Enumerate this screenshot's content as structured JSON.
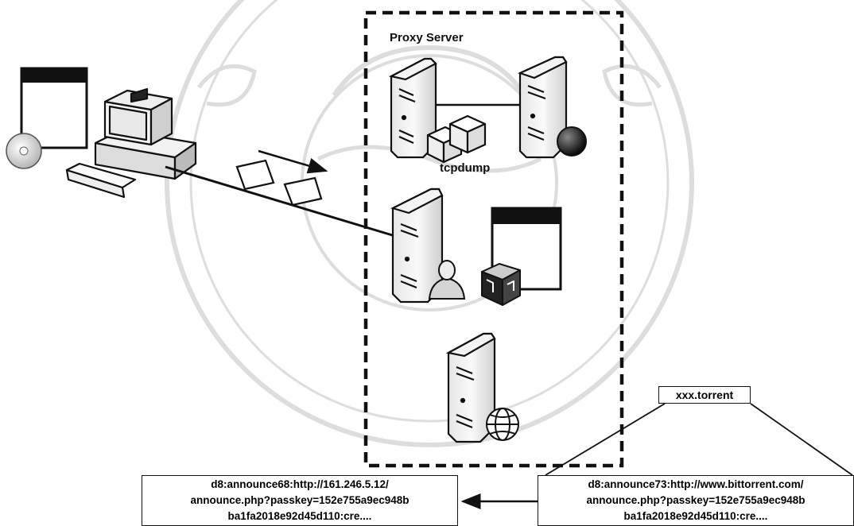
{
  "labels": {
    "proxy_server": "Proxy Server",
    "tcpdump": "tcpdump",
    "torrent_file": "xxx.torrent"
  },
  "request_box_left": {
    "line1": "d8:announce68:http://161.246.5.12/",
    "line2": "announce.php?passkey=152e755a9ec948b",
    "line3": "ba1fa2018e92d45d110:cre...."
  },
  "request_box_right": {
    "line1": "d8:announce73:http://www.bittorrent.com/",
    "line2": "announce.php?passkey=152e755a9ec948b",
    "line3": "ba1fa2018e92d45d110:cre...."
  }
}
